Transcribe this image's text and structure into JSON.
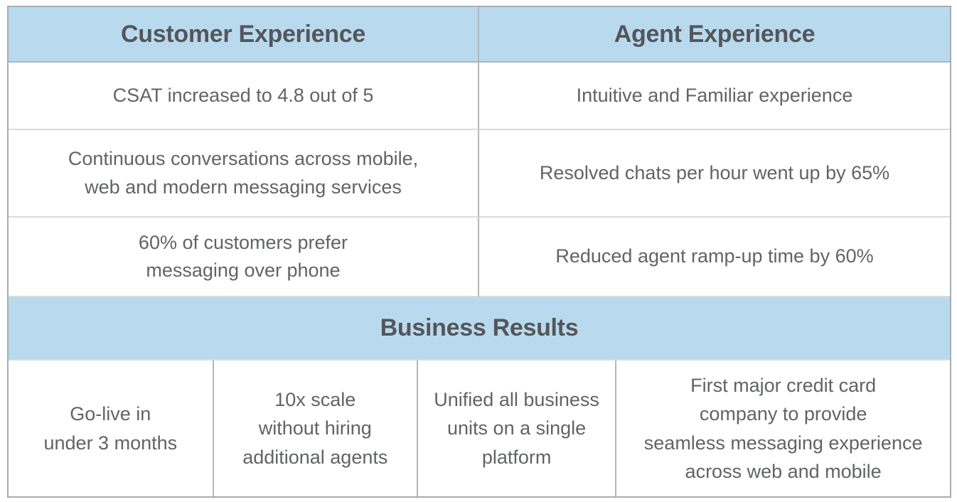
{
  "colors": {
    "header_bg": "#b9daee",
    "header_text": "#54565a",
    "body_text": "#616366",
    "border_outer": "#a6acb2",
    "border_vertical": "#b4b7ba",
    "border_horizontal": "#d9dbdc",
    "header_underline": "#b0b6ba",
    "page_bg": "#ffffff"
  },
  "table": {
    "top": {
      "columns": [
        {
          "header": "Customer Experience",
          "rows": [
            "CSAT increased to 4.8 out of 5",
            "Continuous conversations across mobile,\nweb and modern messaging services",
            "60% of customers prefer\nmessaging over phone"
          ]
        },
        {
          "header": "Agent Experience",
          "rows": [
            "Intuitive and Familiar experience",
            "Resolved chats per hour went up by 65%",
            "Reduced agent ramp-up time by 60%"
          ]
        }
      ]
    },
    "business": {
      "header": "Business Results",
      "cells": [
        "Go-live in\nunder 3 months",
        "10x scale\nwithout hiring\nadditional agents",
        "Unified all business\nunits on a single\nplatform",
        "First major credit card\ncompany to provide\nseamless messaging experience\nacross web and mobile"
      ]
    }
  }
}
